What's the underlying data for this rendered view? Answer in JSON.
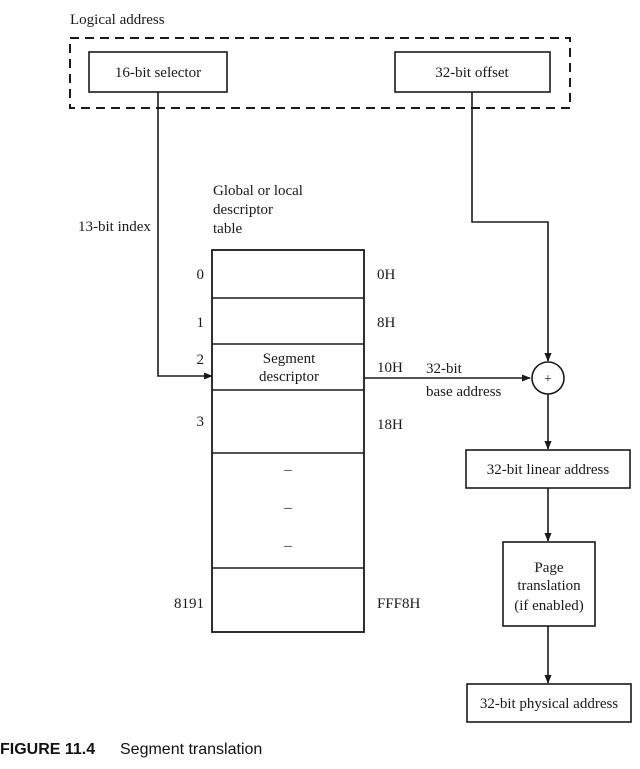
{
  "logical_address": {
    "label": "Logical address",
    "selector": "16-bit selector",
    "offset": "32-bit offset"
  },
  "index_label": "13-bit index",
  "table": {
    "title_lines": [
      "Global or local",
      "descriptor",
      "table"
    ],
    "rows": [
      {
        "index": "0",
        "addr": "0H",
        "content": []
      },
      {
        "index": "1",
        "addr": "8H",
        "content": []
      },
      {
        "index": "2",
        "addr": "10H",
        "content": [
          "Segment",
          "descriptor"
        ]
      },
      {
        "index": "3",
        "addr": "18H",
        "content": []
      },
      {
        "index": "",
        "addr": "",
        "content": [
          "–",
          "–",
          "–"
        ]
      },
      {
        "index": "8191",
        "addr": "FFF8H",
        "content": []
      }
    ]
  },
  "base_label_lines": [
    "32-bit",
    "base address"
  ],
  "adder_symbol": "+",
  "linear_address": "32-bit linear address",
  "page_translation_lines": [
    "Page",
    "translation",
    "(if enabled)"
  ],
  "physical_address": "32-bit physical address",
  "caption": {
    "label": "FIGURE 11.4",
    "text": "Segment translation"
  }
}
